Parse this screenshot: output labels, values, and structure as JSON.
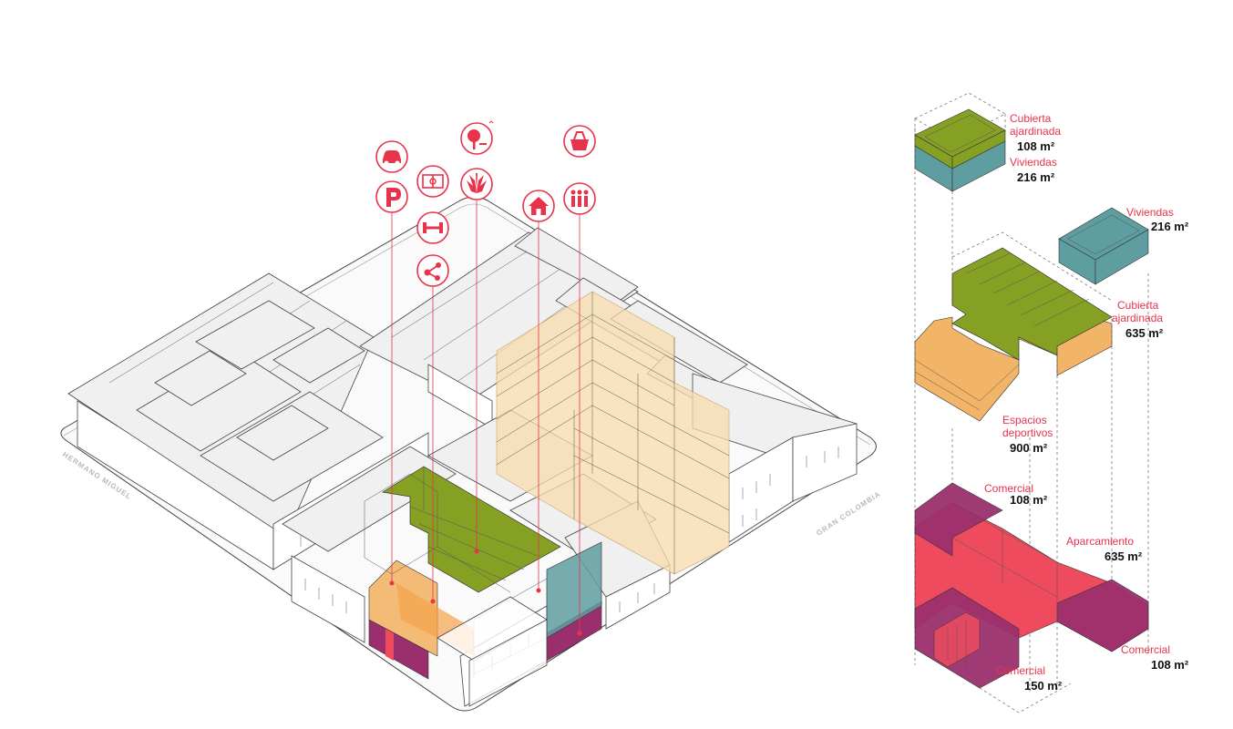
{
  "colors": {
    "accent": "#e8334a",
    "green_roof": "#86a024",
    "housing": "#5e9da0",
    "sports": "#f2b466",
    "commercial": "#9b2f6e",
    "parking": "#ef4b5e",
    "future": "#f7dcae"
  },
  "streets": {
    "left": "HERMANO MIGUEL",
    "right": "GRAN COLOMBIA"
  },
  "icons": [
    "car-icon",
    "parking-icon",
    "court-icon",
    "dumbbell-icon",
    "share-icon",
    "tree-icon",
    "plant-icon",
    "house-icon",
    "basket-icon",
    "people-icon"
  ],
  "program": {
    "level_top": {
      "roof_label": "Cubierta\najardinada",
      "roof_area": "108 m²",
      "housing_label": "Viviendas",
      "housing_area": "216 m²"
    },
    "level_mid": {
      "housing_label": "Viviendas",
      "housing_area": "216 m²",
      "roof_label": "Cubierta\najardinada",
      "roof_area": "635 m²",
      "sports_label": "Espacios\ndeportivos",
      "sports_area": "900 m²"
    },
    "level_base": {
      "commercial_a_label": "Comercial",
      "commercial_a_area": "108 m²",
      "parking_label": "Aparcamiento",
      "parking_area": "635 m²",
      "commercial_b_label": "Comercial",
      "commercial_b_area": "108 m²",
      "commercial_c_label": "Comercial",
      "commercial_c_area": "150 m²"
    }
  }
}
